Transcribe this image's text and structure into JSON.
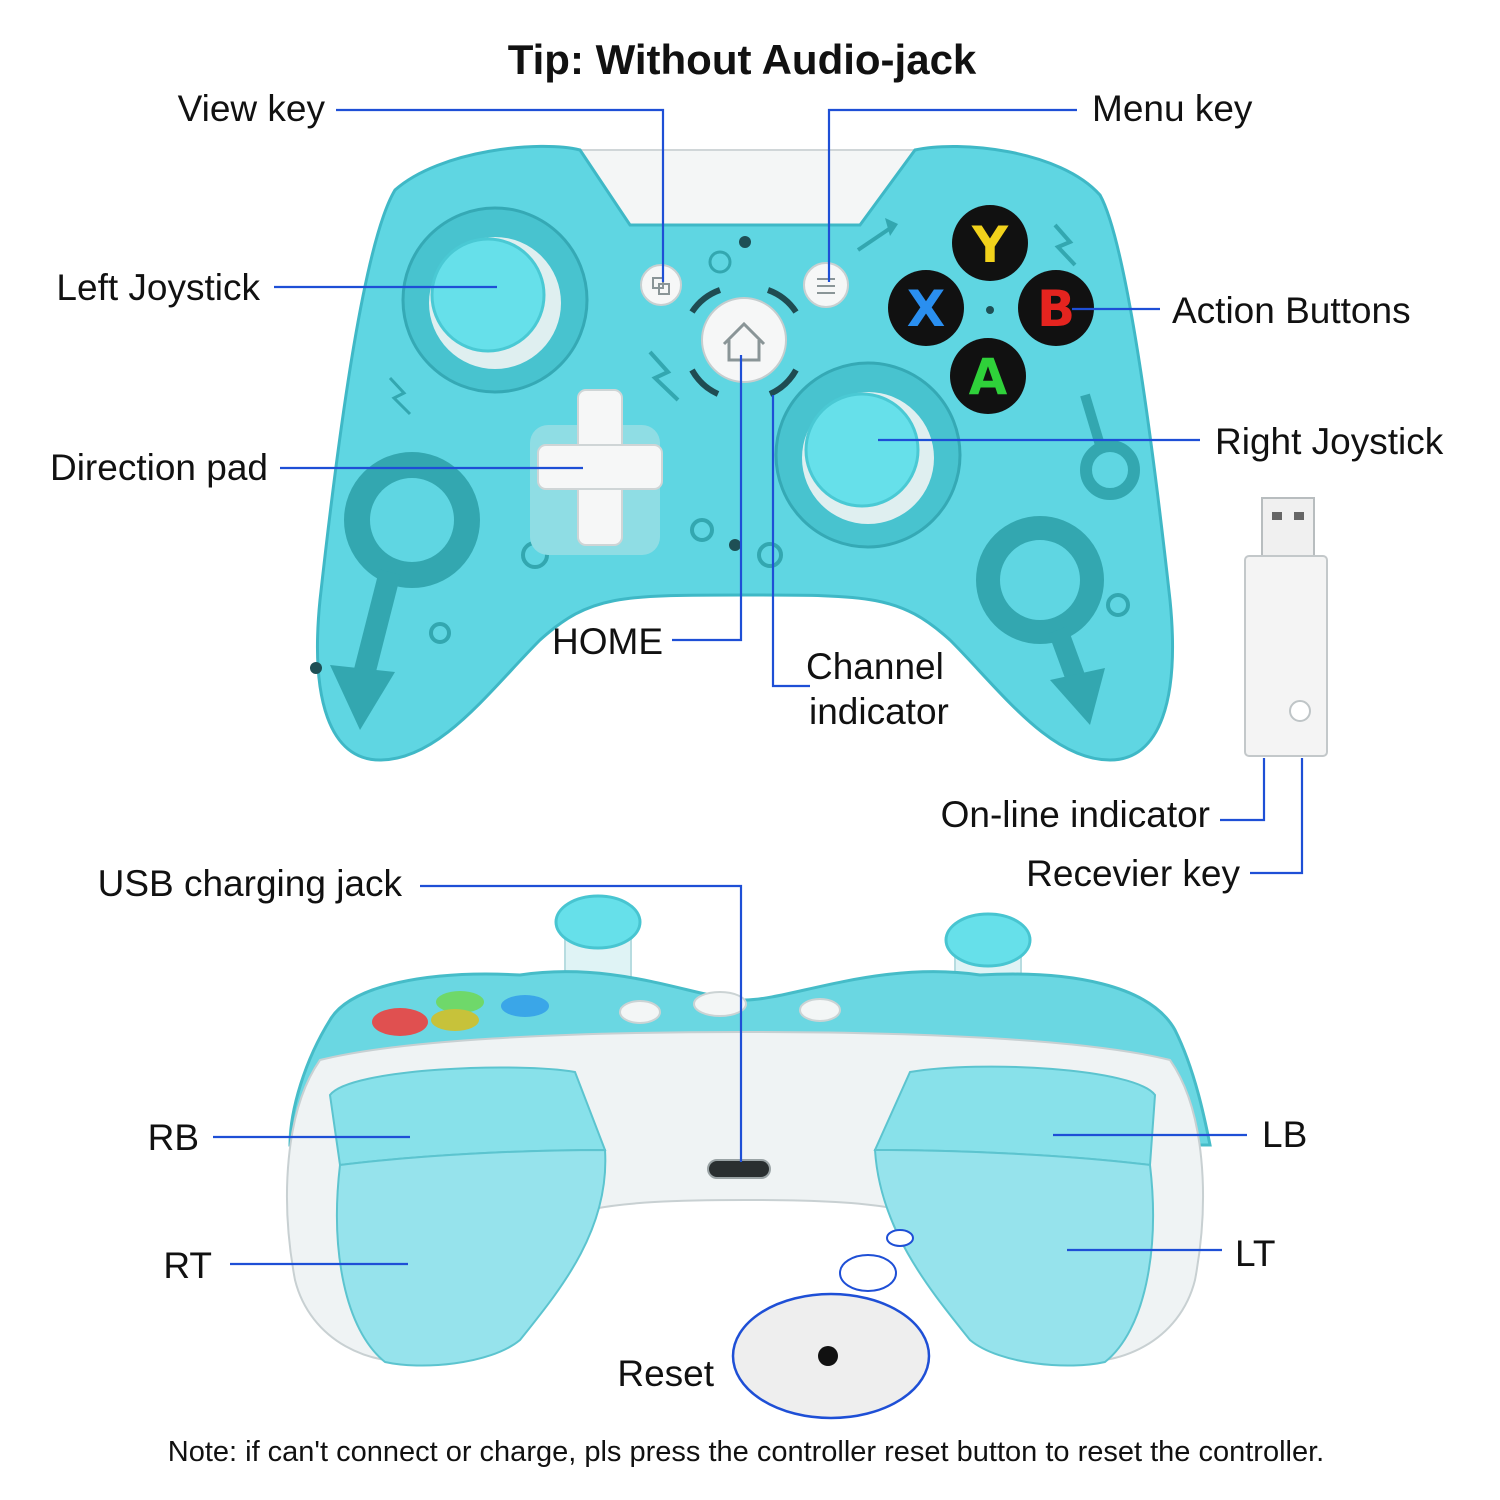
{
  "title": "Tip: Without Audio-jack",
  "labels": {
    "view_key": "View key",
    "menu_key": "Menu key",
    "left_joystick": "Left Joystick",
    "action_buttons": "Action Buttons",
    "right_joystick": "Right Joystick",
    "direction_pad": "Direction pad",
    "home": "HOME",
    "channel_indicator_1": "Channel",
    "channel_indicator_2": "indicator",
    "online_indicator": "On-line indicator",
    "receiver_key": "Recevier key",
    "usb_charging_jack": "USB charging jack",
    "rb": "RB",
    "lb": "LB",
    "rt": "RT",
    "lt": "LT",
    "reset": "Reset"
  },
  "buttons": {
    "y": "Y",
    "x": "X",
    "b": "B",
    "a": "A"
  },
  "note": "Note: if can't connect or charge, pls press the controller reset button to reset the controller.",
  "colors": {
    "leader_line": "#1e4fd6",
    "controller_body": "#5fd6e2",
    "y_button": "#f2d21b",
    "x_button": "#2a8ff0",
    "b_button": "#e5241f",
    "a_button": "#2fd13a"
  }
}
